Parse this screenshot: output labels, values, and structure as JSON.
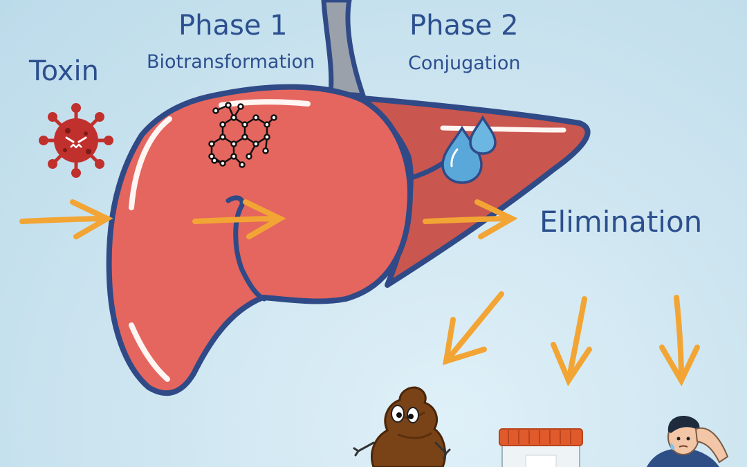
{
  "labels": {
    "toxin": "Toxin",
    "phase1_title": "Phase 1",
    "phase1_subtitle": "Biotransformation",
    "phase2_title": "Phase 2",
    "phase2_subtitle": "Conjugation",
    "elimination": "Elimination"
  },
  "colors": {
    "background": "#cfe6f1",
    "label_text": "#2c4f8f",
    "liver_right_lobe": "#e4665f",
    "liver_left_lobe": "#c9564f",
    "liver_outline": "#2f4a86",
    "arrow": "#f2a534",
    "virus": "#c0302c",
    "droplet": "#5aa7d9",
    "stool": "#7a4317",
    "specimen_lid": "#e05a2b"
  },
  "icons": {
    "toxin": "virus-icon",
    "phase1": "molecule-icon",
    "phase2": "water-droplets-icon",
    "elimination_routes": [
      "stool-icon",
      "urine-specimen-cup-icon",
      "sweating-person-icon"
    ]
  }
}
